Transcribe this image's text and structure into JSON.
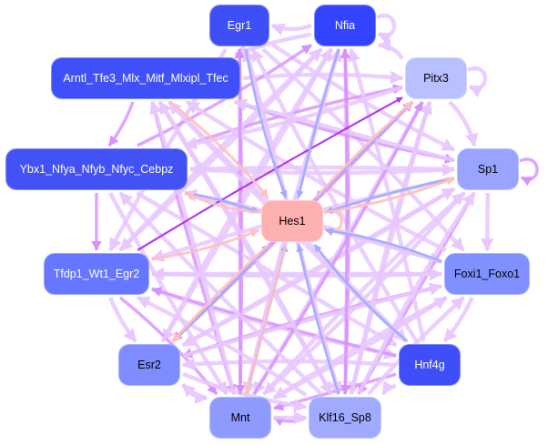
{
  "graph": {
    "type": "directed-network",
    "nodes": [
      {
        "id": "Egr1",
        "label": "Egr1",
        "color": "#3f4ff8",
        "text_color": "#ffffff"
      },
      {
        "id": "Nfia",
        "label": "Nfia",
        "color": "#3344ff",
        "text_color": "#ffffff"
      },
      {
        "id": "Arntl",
        "label": "Arntl_Tfe3_Mlx_Mitf_Mlxipl_Tfec",
        "color": "#4050f8",
        "text_color": "#ffffff"
      },
      {
        "id": "Pitx3",
        "label": "Pitx3",
        "color": "#b8c0ff",
        "text_color": "#000000"
      },
      {
        "id": "Ybx1",
        "label": "Ybx1_Nfya_Nfyb_Nfyc_Cebpz",
        "color": "#4252f5",
        "text_color": "#ffffff"
      },
      {
        "id": "Sp1",
        "label": "Sp1",
        "color": "#98a4ff",
        "text_color": "#000000"
      },
      {
        "id": "Hes1",
        "label": "Hes1",
        "color": "#ffb0b0",
        "text_color": "#000000"
      },
      {
        "id": "Tfdp1",
        "label": "Tfdp1_Wt1_Egr2",
        "color": "#6676ff",
        "text_color": "#ffffff"
      },
      {
        "id": "Foxi1",
        "label": "Foxi1_Foxo1",
        "color": "#8090ff",
        "text_color": "#000000"
      },
      {
        "id": "Esr2",
        "label": "Esr2",
        "color": "#7e8cff",
        "text_color": "#000000"
      },
      {
        "id": "Hnf4g",
        "label": "Hnf4g",
        "color": "#3f4ff8",
        "text_color": "#ffffff"
      },
      {
        "id": "Mnt",
        "label": "Mnt",
        "color": "#8f9aff",
        "text_color": "#000000"
      },
      {
        "id": "Klf16",
        "label": "Klf16_Sp8",
        "color": "#a0abff",
        "text_color": "#000000"
      }
    ],
    "edge_colors": {
      "activation_light": "#e8c8ff",
      "activation": "#d890ff",
      "activation_strong": "#b030f0",
      "to_hub_blue": "#a0acff",
      "to_hub_pink": "#ffc0c0"
    },
    "edges": [
      {
        "from": "Nfia",
        "to": "Egr1",
        "kind": "activation_light"
      },
      {
        "from": "Nfia",
        "to": "Nfia",
        "kind": "activation_light"
      },
      {
        "from": "Pitx3",
        "to": "Pitx3",
        "kind": "activation_light"
      },
      {
        "from": "Sp1",
        "to": "Sp1",
        "kind": "activation"
      },
      {
        "from": "Hes1",
        "to": "Hes1",
        "kind": "to_hub_pink"
      },
      {
        "from": "Pitx3",
        "to": "Nfia",
        "kind": "activation_light"
      },
      {
        "from": "Pitx3",
        "to": "Sp1",
        "kind": "activation_light"
      },
      {
        "from": "Arntl",
        "to": "Ybx1",
        "kind": "activation"
      },
      {
        "from": "Ybx1",
        "to": "Tfdp1",
        "kind": "activation"
      },
      {
        "from": "Tfdp1",
        "to": "Esr2",
        "kind": "activation_light"
      },
      {
        "from": "Esr2",
        "to": "Mnt",
        "kind": "activation_light"
      },
      {
        "from": "Klf16",
        "to": "Mnt",
        "kind": "activation"
      },
      {
        "from": "Foxi1",
        "to": "Hnf4g",
        "kind": "activation_light"
      },
      {
        "from": "Sp1",
        "to": "Foxi1",
        "kind": "activation_light"
      },
      {
        "from": "Hnf4g",
        "to": "Klf16",
        "kind": "activation_light"
      },
      {
        "from": "Tfdp1",
        "to": "Pitx3",
        "kind": "activation_strong"
      },
      {
        "from": "Nfia",
        "to": "Hes1",
        "kind": "to_hub_blue"
      },
      {
        "from": "Egr1",
        "to": "Hes1",
        "kind": "to_hub_blue"
      },
      {
        "from": "Arntl",
        "to": "Hes1",
        "kind": "to_hub_pink"
      },
      {
        "from": "Ybx1",
        "to": "Hes1",
        "kind": "to_hub_blue"
      },
      {
        "from": "Pitx3",
        "to": "Hes1",
        "kind": "to_hub_blue"
      },
      {
        "from": "Sp1",
        "to": "Hes1",
        "kind": "to_hub_blue"
      },
      {
        "from": "Foxi1",
        "to": "Hes1",
        "kind": "to_hub_blue"
      },
      {
        "from": "Hnf4g",
        "to": "Hes1",
        "kind": "to_hub_blue"
      },
      {
        "from": "Klf16",
        "to": "Hes1",
        "kind": "to_hub_blue"
      },
      {
        "from": "Mnt",
        "to": "Hes1",
        "kind": "to_hub_blue"
      },
      {
        "from": "Esr2",
        "to": "Hes1",
        "kind": "to_hub_blue"
      },
      {
        "from": "Tfdp1",
        "to": "Hes1",
        "kind": "to_hub_pink"
      },
      {
        "from": "Hes1",
        "to": "Ybx1",
        "kind": "to_hub_pink"
      },
      {
        "from": "Hes1",
        "to": "Pitx3",
        "kind": "to_hub_pink"
      },
      {
        "from": "Hes1",
        "to": "Mnt",
        "kind": "to_hub_pink"
      },
      {
        "from": "Hes1",
        "to": "Esr2",
        "kind": "to_hub_pink"
      },
      {
        "from": "Hes1",
        "to": "Sp1",
        "kind": "to_hub_pink"
      },
      {
        "from": "Egr1",
        "to": "Sp1",
        "kind": "activation_light"
      },
      {
        "from": "Egr1",
        "to": "Foxi1",
        "kind": "activation_light"
      },
      {
        "from": "Egr1",
        "to": "Mnt",
        "kind": "activation"
      },
      {
        "from": "Egr1",
        "to": "Klf16",
        "kind": "activation_light"
      },
      {
        "from": "Egr1",
        "to": "Tfdp1",
        "kind": "activation_light"
      },
      {
        "from": "Nfia",
        "to": "Mnt",
        "kind": "activation_light"
      },
      {
        "from": "Nfia",
        "to": "Klf16",
        "kind": "activation"
      },
      {
        "from": "Nfia",
        "to": "Tfdp1",
        "kind": "activation_light"
      },
      {
        "from": "Nfia",
        "to": "Esr2",
        "kind": "activation_light"
      },
      {
        "from": "Nfia",
        "to": "Arntl",
        "kind": "activation_light"
      },
      {
        "from": "Arntl",
        "to": "Sp1",
        "kind": "activation"
      },
      {
        "from": "Arntl",
        "to": "Pitx3",
        "kind": "activation_light"
      },
      {
        "from": "Arntl",
        "to": "Klf16",
        "kind": "activation_light"
      },
      {
        "from": "Arntl",
        "to": "Hnf4g",
        "kind": "activation_light"
      },
      {
        "from": "Arntl",
        "to": "Mnt",
        "kind": "activation"
      },
      {
        "from": "Ybx1",
        "to": "Sp1",
        "kind": "activation_light"
      },
      {
        "from": "Ybx1",
        "to": "Pitx3",
        "kind": "activation"
      },
      {
        "from": "Ybx1",
        "to": "Foxi1",
        "kind": "activation_light"
      },
      {
        "from": "Ybx1",
        "to": "Hnf4g",
        "kind": "activation_light"
      },
      {
        "from": "Ybx1",
        "to": "Mnt",
        "kind": "activation_light"
      },
      {
        "from": "Ybx1",
        "to": "Nfia",
        "kind": "activation"
      },
      {
        "from": "Pitx3",
        "to": "Ybx1",
        "kind": "activation_light"
      },
      {
        "from": "Pitx3",
        "to": "Mnt",
        "kind": "activation_light"
      },
      {
        "from": "Pitx3",
        "to": "Esr2",
        "kind": "activation"
      },
      {
        "from": "Pitx3",
        "to": "Klf16",
        "kind": "activation_light"
      },
      {
        "from": "Sp1",
        "to": "Tfdp1",
        "kind": "activation_light"
      },
      {
        "from": "Sp1",
        "to": "Mnt",
        "kind": "activation_light"
      },
      {
        "from": "Sp1",
        "to": "Esr2",
        "kind": "activation_light"
      },
      {
        "from": "Sp1",
        "to": "Klf16",
        "kind": "activation"
      },
      {
        "from": "Tfdp1",
        "to": "Foxi1",
        "kind": "activation_light"
      },
      {
        "from": "Tfdp1",
        "to": "Hnf4g",
        "kind": "activation_light"
      },
      {
        "from": "Tfdp1",
        "to": "Mnt",
        "kind": "activation"
      },
      {
        "from": "Tfdp1",
        "to": "Nfia",
        "kind": "activation_light"
      },
      {
        "from": "Foxi1",
        "to": "Tfdp1",
        "kind": "activation_light"
      },
      {
        "from": "Foxi1",
        "to": "Mnt",
        "kind": "activation_light"
      },
      {
        "from": "Foxi1",
        "to": "Esr2",
        "kind": "activation"
      },
      {
        "from": "Foxi1",
        "to": "Arntl",
        "kind": "activation_light"
      },
      {
        "from": "Hnf4g",
        "to": "Tfdp1",
        "kind": "activation"
      },
      {
        "from": "Hnf4g",
        "to": "Mnt",
        "kind": "activation"
      },
      {
        "from": "Hnf4g",
        "to": "Nfia",
        "kind": "activation_light"
      },
      {
        "from": "Hnf4g",
        "to": "Esr2",
        "kind": "activation_light"
      },
      {
        "from": "Hnf4g",
        "to": "Egr1",
        "kind": "activation_light"
      },
      {
        "from": "Esr2",
        "to": "Foxi1",
        "kind": "activation_light"
      },
      {
        "from": "Esr2",
        "to": "Sp1",
        "kind": "activation_light"
      },
      {
        "from": "Esr2",
        "to": "Pitx3",
        "kind": "activation"
      },
      {
        "from": "Esr2",
        "to": "Klf16",
        "kind": "activation_light"
      },
      {
        "from": "Esr2",
        "to": "Nfia",
        "kind": "activation_light"
      },
      {
        "from": "Mnt",
        "to": "Esr2",
        "kind": "activation_light"
      },
      {
        "from": "Mnt",
        "to": "Klf16",
        "kind": "activation_light"
      },
      {
        "from": "Mnt",
        "to": "Foxi1",
        "kind": "activation_light"
      },
      {
        "from": "Mnt",
        "to": "Pitx3",
        "kind": "activation"
      },
      {
        "from": "Mnt",
        "to": "Sp1",
        "kind": "activation_light"
      },
      {
        "from": "Mnt",
        "to": "Nfia",
        "kind": "activation_light"
      },
      {
        "from": "Mnt",
        "to": "Egr1",
        "kind": "activation"
      },
      {
        "from": "Mnt",
        "to": "Arntl",
        "kind": "activation_light"
      },
      {
        "from": "Klf16",
        "to": "Arntl",
        "kind": "activation_light"
      },
      {
        "from": "Klf16",
        "to": "Pitx3",
        "kind": "activation_light"
      },
      {
        "from": "Klf16",
        "to": "Ybx1",
        "kind": "activation_light"
      },
      {
        "from": "Klf16",
        "to": "Egr1",
        "kind": "activation_light"
      },
      {
        "from": "Klf16",
        "to": "Nfia",
        "kind": "activation"
      },
      {
        "from": "Klf16",
        "to": "Tfdp1",
        "kind": "activation_light"
      },
      {
        "from": "Klf16",
        "to": "Sp1",
        "kind": "activation_light"
      },
      {
        "from": "Klf16",
        "to": "Foxi1",
        "kind": "activation_light"
      },
      {
        "from": "Sp1",
        "to": "Arntl",
        "kind": "activation_light"
      },
      {
        "from": "Sp1",
        "to": "Ybx1",
        "kind": "activation_light"
      },
      {
        "from": "Foxi1",
        "to": "Ybx1",
        "kind": "activation_light"
      },
      {
        "from": "Hnf4g",
        "to": "Arntl",
        "kind": "activation_light"
      }
    ]
  }
}
